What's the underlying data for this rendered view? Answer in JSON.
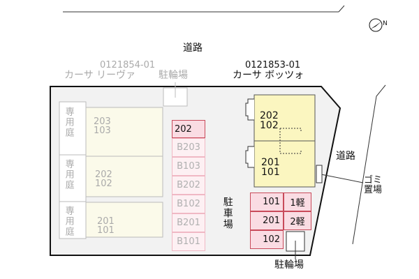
{
  "labels": {
    "road_top": "道路",
    "road_right": "道路",
    "left_building_code": "0121854-01",
    "left_building_name": "カーサ リーヴァ",
    "left_bike": "駐輪場",
    "right_building_code": "0121853-01",
    "right_building_name": "カーサ ボッツォ",
    "parking": "駐車場",
    "garbage": "ゴミ置場",
    "right_bike": "駐輪場",
    "private_garden": "専用庭"
  },
  "left_units": [
    [
      "203",
      "103"
    ],
    [
      "202",
      "102"
    ],
    [
      "201",
      "101"
    ]
  ],
  "left_parking": [
    "202",
    "B203",
    "B103",
    "B202",
    "B102",
    "B201",
    "B101"
  ],
  "right_units": [
    [
      "202",
      "102"
    ],
    [
      "201",
      "101"
    ]
  ],
  "right_parking": [
    [
      "101",
      "1軽"
    ],
    [
      "201",
      "2軽"
    ],
    [
      "102",
      ""
    ]
  ],
  "colors": {
    "highlight_parking": "#fadce3",
    "building": "#fbf6c0",
    "site": "#f2f2f2"
  },
  "icons": {
    "compass": "north-arrow-icon"
  }
}
